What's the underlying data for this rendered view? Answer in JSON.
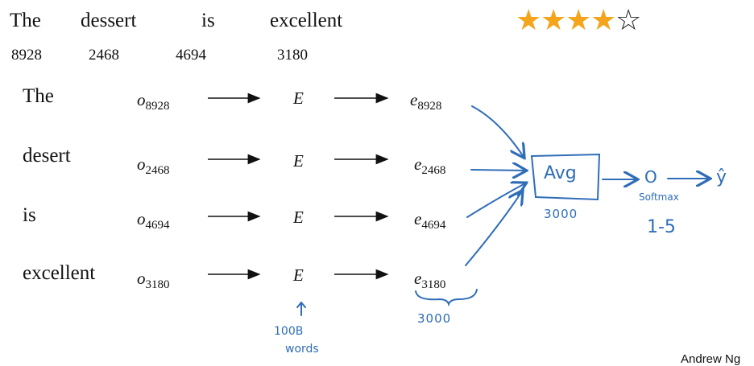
{
  "sentence": {
    "words": [
      "The",
      "dessert",
      "is",
      "excellent"
    ],
    "indices": [
      "8928",
      "2468",
      "4694",
      "3180"
    ]
  },
  "rating": {
    "value": 4,
    "max": 5,
    "filled_color": "#f4a51c"
  },
  "rows": [
    {
      "word": "The",
      "onehot": "o",
      "onehot_sub": "8928",
      "embed_matrix": "E",
      "embedding": "e",
      "embedding_sub": "8928"
    },
    {
      "word": "desert",
      "onehot": "o",
      "onehot_sub": "2468",
      "embed_matrix": "E",
      "embedding": "e",
      "embedding_sub": "2468"
    },
    {
      "word": "is",
      "onehot": "o",
      "onehot_sub": "4694",
      "embed_matrix": "E",
      "embedding": "e",
      "embedding_sub": "4694"
    },
    {
      "word": "excellent",
      "onehot": "o",
      "onehot_sub": "3180",
      "embed_matrix": "E",
      "embedding": "e",
      "embedding_sub": "3180"
    }
  ],
  "annotations": {
    "avg": "Avg",
    "avg_dim": "3000",
    "embed_dim": "3000",
    "corpus_line1": "100B",
    "corpus_line2": "words",
    "softmax": "Softmax",
    "softmax_range": "1-5",
    "output_node": "O",
    "yhat": "ŷ"
  },
  "footer": {
    "author": "Andrew Ng"
  },
  "colors": {
    "ink": "#2f6db8"
  }
}
